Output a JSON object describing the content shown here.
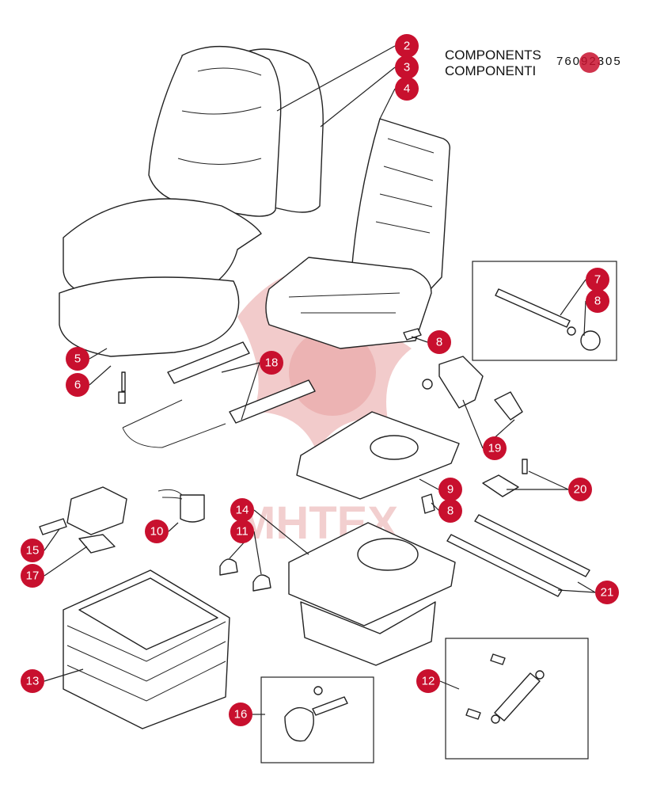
{
  "header": {
    "title_line1": "COMPONENTS",
    "title_line2": "COMPONENTI",
    "part_code": "76092305"
  },
  "watermark": {
    "text": "MHTEX"
  },
  "colors": {
    "callout": "#c8102e",
    "line": "#222222",
    "watermark": "#e8a0a0"
  },
  "callouts": [
    {
      "label": "2"
    },
    {
      "label": "3"
    },
    {
      "label": "4"
    },
    {
      "label": "7"
    },
    {
      "label": "8"
    },
    {
      "label": "8"
    },
    {
      "label": "5"
    },
    {
      "label": "6"
    },
    {
      "label": "18"
    },
    {
      "label": "19"
    },
    {
      "label": "9"
    },
    {
      "label": "8"
    },
    {
      "label": "20"
    },
    {
      "label": "10"
    },
    {
      "label": "14"
    },
    {
      "label": "11"
    },
    {
      "label": "15"
    },
    {
      "label": "17"
    },
    {
      "label": "21"
    },
    {
      "label": "13"
    },
    {
      "label": "12"
    },
    {
      "label": "16"
    }
  ]
}
